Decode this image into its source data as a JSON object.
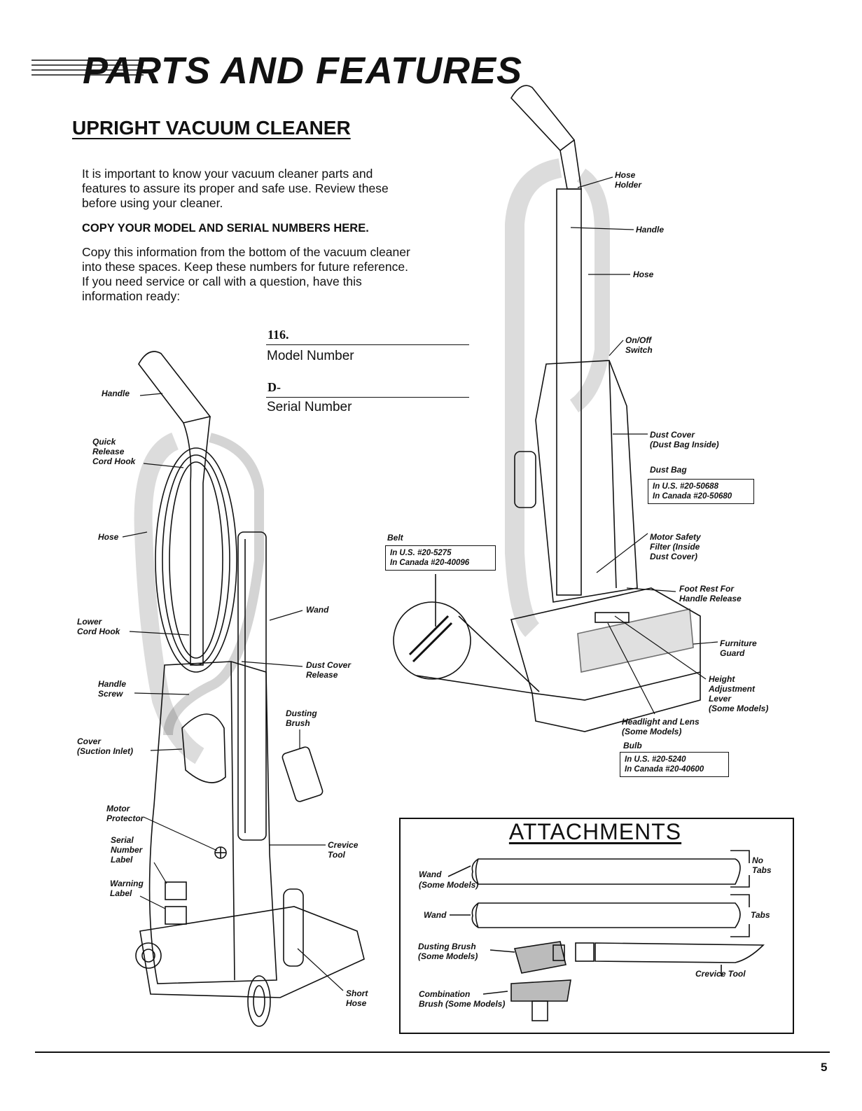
{
  "header": {
    "title": "PARTS AND FEATURES",
    "subtitle": "UPRIGHT VACUUM CLEANER"
  },
  "intro": {
    "paragraph": "It is important to know your vacuum cleaner parts and features to assure its proper and safe use. Review these before using your cleaner.",
    "copy_heading": "COPY YOUR MODEL AND SERIAL NUMBERS HERE.",
    "copy_text": "Copy this information from the bottom of the vacuum cleaner into these spaces. Keep these numbers for future reference. If you need service or call with a question, have this information ready:"
  },
  "numbers": {
    "model_prefix": "116.",
    "model_label": "Model Number",
    "serial_prefix": "D-",
    "serial_label": "Serial Number"
  },
  "left_labels": {
    "handle": "Handle",
    "quick_release": "Quick\nRelease\nCord Hook",
    "hose": "Hose",
    "lower_cord_hook": "Lower\nCord Hook",
    "handle_screw": "Handle\nScrew",
    "cover": "Cover\n(Suction Inlet)",
    "motor_protector": "Motor\nProtector",
    "serial_label": "Serial\nNumber\nLabel",
    "warning_label": "Warning\nLabel",
    "wand": "Wand",
    "dust_cover_release": "Dust Cover\nRelease",
    "dusting_brush": "Dusting\nBrush",
    "crevice_tool": "Crevice\nTool",
    "short_hose": "Short\nHose"
  },
  "right_labels": {
    "hose_holder": "Hose\nHolder",
    "handle": "Handle",
    "hose": "Hose",
    "onoff": "On/Off\nSwitch",
    "dust_cover": "Dust Cover\n(Dust Bag Inside)",
    "dust_bag": "Dust Bag",
    "dust_bag_us": "In U.S. #20-50688",
    "dust_bag_ca": "In Canada #20-50680",
    "motor_filter": "Motor Safety\nFilter (Inside\nDust Cover)",
    "foot_rest": "Foot Rest For\nHandle Release",
    "furniture_guard": "Furniture\nGuard",
    "height_adj": "Height\nAdjustment\nLever\n(Some Models)",
    "headlight": "Headlight and Lens\n(Some Models)",
    "bulb": "Bulb",
    "bulb_us": "In U.S. #20-5240",
    "bulb_ca": "In Canada #20-40600",
    "belt": "Belt",
    "belt_us": "In U.S. #20-5275",
    "belt_ca": "In Canada #20-40096"
  },
  "attachments": {
    "title": "ATTACHMENTS",
    "wand1": "Wand",
    "wand1_note": "(Some Models)",
    "no_tabs": "No\nTabs",
    "wand2": "Wand",
    "tabs": "Tabs",
    "dusting_brush": "Dusting Brush\n(Some Models)",
    "crevice_tool": "Crevice Tool",
    "combination": "Combination\nBrush (Some Models)"
  },
  "footer": {
    "page_number": "5"
  }
}
